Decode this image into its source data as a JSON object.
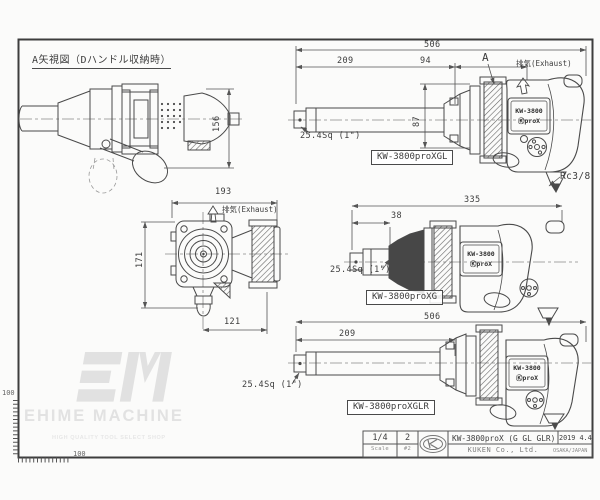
{
  "title_block": {
    "scale_value": "1/4",
    "scale_label": "Scale",
    "sheet_value": "2",
    "sheet_label": "#2",
    "model_title": "KW-3800proX (G GL GLR)",
    "date": "2019 4.4",
    "company": "KUKEN Co., Ltd.",
    "origin": "OSAKA/JAPAN"
  },
  "views": {
    "view_a": {
      "title": "A矢視図（Dハンドル収納時）",
      "dim_height": "156"
    },
    "gl": {
      "dim_overall": "506",
      "dim_extension": "209",
      "dim_mid": "94",
      "dim_body": "87",
      "section_label": "A",
      "exhaust_label": "排気(Exhaust)",
      "drive_label": "25.4Sq (1\")",
      "model_label": "KW-3800proXGL",
      "inlet_label": "Rc3/8"
    },
    "rear": {
      "dim_width": "193",
      "dim_height": "171",
      "dim_offset": "121",
      "exhaust_label": "排気(Exhaust)"
    },
    "g": {
      "dim_overall": "335",
      "dim_anvil": "38",
      "drive_label": "25.4Sq (1\")",
      "model_label": "KW-3800proXG"
    },
    "glr": {
      "dim_overall": "506",
      "dim_extension": "209",
      "drive_label": "25.4Sq (1\")",
      "model_label": "KW-3800proXGLR"
    }
  },
  "nameplate": {
    "line1": "KW-3800",
    "line2": "ⓀproX"
  },
  "scale_rulers": {
    "vertical_label": "100",
    "horizontal_label": "100"
  },
  "watermark": {
    "logo": "EM",
    "name": "EHIME MACHINE",
    "tagline": "HIGH QUALITY TOOL SELECT SHOP"
  },
  "colors": {
    "line": "#4a4a4a",
    "dim": "#555555",
    "watermark": "#e3e3e3",
    "background": "#fbfbfa"
  }
}
